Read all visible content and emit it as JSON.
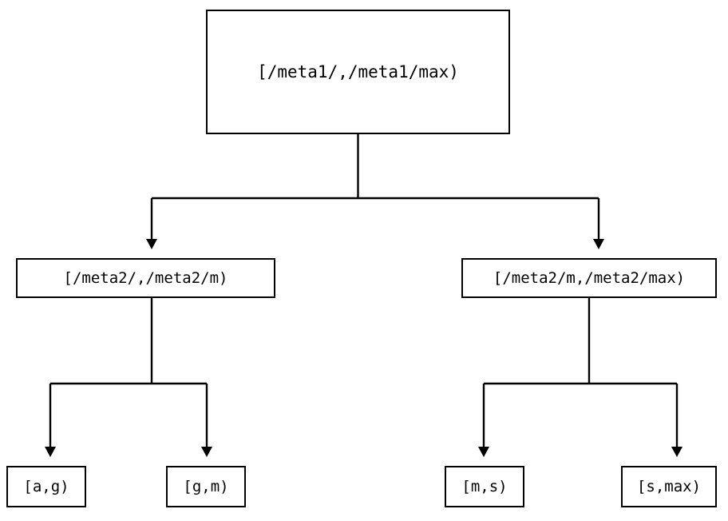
{
  "diagram": {
    "type": "tree",
    "title": "",
    "background_color": "#ffffff",
    "stroke_color": "#000000",
    "edge_style": "orthogonal-elbow",
    "arrowhead": "filled-triangle-down",
    "nodes": {
      "root": {
        "label": "[/meta1/,/meta1/max)",
        "level": 0
      },
      "mid": [
        {
          "label": "[/meta2/,/meta2/m)",
          "level": 1
        },
        {
          "label": "[/meta2/m,/meta2/max)",
          "level": 1
        }
      ],
      "leaves": [
        {
          "label": "[a,g)",
          "level": 2
        },
        {
          "label": "[g,m)",
          "level": 2
        },
        {
          "label": "[m,s)",
          "level": 2
        },
        {
          "label": "[s,max)",
          "level": 2
        }
      ]
    }
  }
}
